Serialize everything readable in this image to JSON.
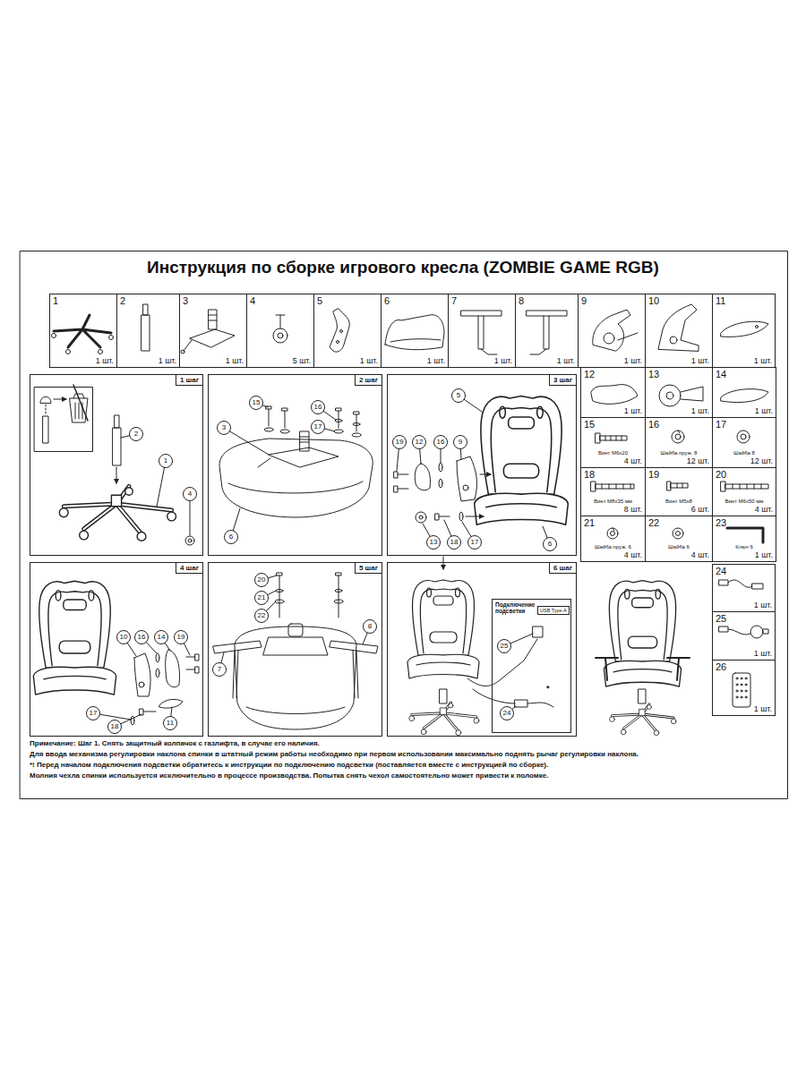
{
  "diagram": {
    "title": "Инструкция по сборке игрового кресла (ZOMBIE GAME RGB)",
    "nodes": [
      {
        "text": [
          "1",
          "1 шт."
        ]
      },
      {
        "text": [
          "2",
          "1 шт."
        ]
      },
      {
        "text": [
          "3",
          "1 шт."
        ]
      },
      {
        "text": [
          "4",
          "5 шт."
        ]
      },
      {
        "text": [
          "5",
          "1 шт."
        ]
      },
      {
        "text": [
          "6",
          "1 шт."
        ]
      },
      {
        "text": [
          "7",
          "1 шт."
        ]
      },
      {
        "text": [
          "8",
          "1 шт."
        ]
      },
      {
        "text": [
          "9",
          "1 шт."
        ]
      },
      {
        "text": [
          "10",
          "1 шт."
        ]
      },
      {
        "text": [
          "11",
          "1 шт."
        ]
      },
      {
        "text": [
          "1 шаг"
        ]
      },
      {
        "text": [
          "2 шаг"
        ]
      },
      {
        "text": [
          "3 шаг"
        ]
      },
      {
        "text": [
          "12",
          "1 шт."
        ]
      },
      {
        "text": [
          "13",
          "1 шт."
        ]
      },
      {
        "text": [
          "14",
          "1 шт."
        ]
      },
      {
        "text": [
          "15",
          "Винт М6х20",
          "4 шт."
        ]
      },
      {
        "text": [
          "16",
          "Шайба пруж. 8",
          "12 шт."
        ]
      },
      {
        "text": [
          "17",
          "Шайба 8",
          "12 шт."
        ]
      },
      {
        "text": [
          "18",
          "Винт М8х35 мм",
          "8 шт."
        ]
      },
      {
        "text": [
          "19",
          "Винт М5х8",
          "6 шт."
        ]
      },
      {
        "text": [
          "20",
          "Винт М6х50 мм",
          "4 шт."
        ]
      },
      {
        "text": [
          "21",
          "Шайба пруж. 6",
          "4 шт."
        ]
      },
      {
        "text": [
          "22",
          "Шайба 6",
          "4 шт."
        ]
      },
      {
        "text": [
          "23",
          "Ключ 6",
          "1 шт."
        ]
      },
      {
        "text": [
          "4 шаг"
        ]
      },
      {
        "text": [
          "5 шаг"
        ]
      },
      {
        "text": [
          "6 шаг"
        ]
      },
      {
        "text": [
          "Подключение подсветки",
          "USB Type A"
        ],
        "in": 28
      },
      {
        "text": [
          "24",
          "1 шт."
        ]
      },
      {
        "text": [
          "25",
          "1 шт."
        ]
      },
      {
        "text": [
          "26",
          "1 шт."
        ]
      }
    ],
    "labels": [
      "2",
      "1",
      "4",
      "15",
      "16",
      "17",
      "3",
      "6",
      "5",
      "19",
      "12",
      "16",
      "9",
      "6",
      "13",
      "18",
      "17",
      "10",
      "16",
      "14",
      "19",
      "17",
      "18",
      "11",
      "20",
      "21",
      "22",
      "8",
      "7",
      "25",
      "24",
      "*",
      "Примечание: Шаг 1. Снять защитный колпачок с газлифта, в случае его наличия.",
      "Для ввода механизма регулировки наклона спинки в штатный режим работы необходимо при первом использовании максимально поднять рычаг регулировки наклона.",
      "*! Перед началом подключения подсветки обратитесь к инструкции по подключению подсветки (поставляется вместе с инструкцией по сборке).",
      "Молния чехла спинки используется исключительно в процессе производства. Попытка снять чехол самостоятельно может привести к поломке."
    ]
  }
}
